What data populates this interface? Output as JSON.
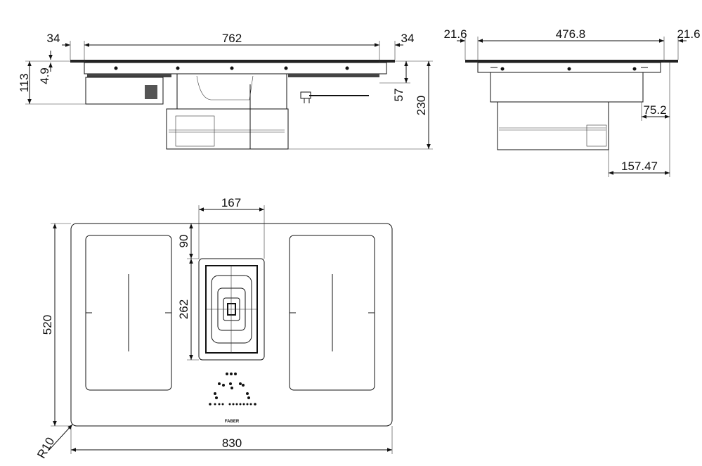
{
  "drawing": {
    "front_view": {
      "dims": {
        "left_margin": "34",
        "cutout_width": "762",
        "right_margin": "34",
        "side_height": "113",
        "glass_thickness": "4.9",
        "upper_depth": "57",
        "total_height": "230"
      }
    },
    "side_view": {
      "dims": {
        "left_margin": "21.6",
        "cutout_depth": "476.8",
        "right_margin": "21.6",
        "hood_offset": "75.2",
        "rear_offset": "157.47"
      }
    },
    "top_view": {
      "dims": {
        "hood_width": "167",
        "hood_top_offset": "90",
        "hood_length": "262",
        "total_depth": "520",
        "total_width": "830",
        "corner_radius": "R10"
      },
      "brand": "FABER"
    }
  }
}
